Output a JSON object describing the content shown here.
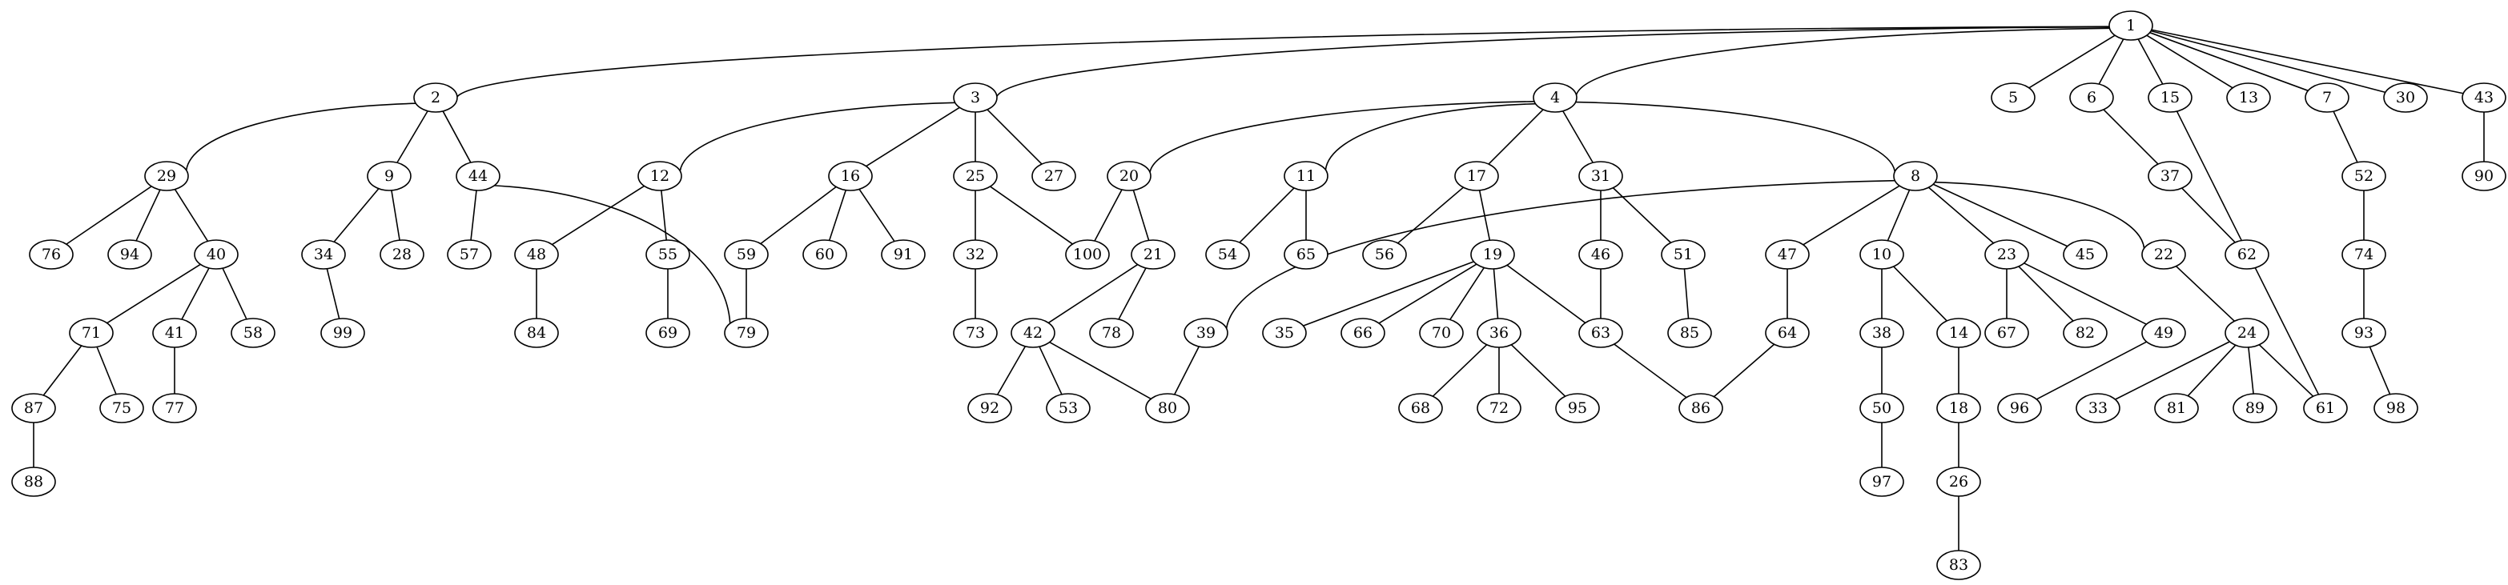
{
  "diagram": {
    "type": "tree-graph",
    "nodes": [
      "1",
      "2",
      "3",
      "4",
      "5",
      "6",
      "15",
      "13",
      "7",
      "30",
      "43",
      "29",
      "9",
      "44",
      "12",
      "16",
      "25",
      "27",
      "20",
      "11",
      "17",
      "31",
      "8",
      "37",
      "52",
      "90",
      "76",
      "94",
      "40",
      "34",
      "28",
      "57",
      "48",
      "55",
      "59",
      "60",
      "91",
      "32",
      "100",
      "21",
      "54",
      "65",
      "56",
      "19",
      "46",
      "51",
      "47",
      "10",
      "23",
      "45",
      "22",
      "62",
      "74",
      "71",
      "41",
      "58",
      "99",
      "84",
      "69",
      "79",
      "73",
      "42",
      "78",
      "39",
      "35",
      "66",
      "70",
      "36",
      "86",
      "63",
      "85",
      "64",
      "38",
      "14",
      "67",
      "82",
      "49",
      "24",
      "93",
      "87",
      "75",
      "77",
      "92",
      "53",
      "80",
      "68",
      "72",
      "95",
      "50",
      "18",
      "96",
      "33",
      "81",
      "89",
      "61",
      "98",
      "88",
      "97",
      "26",
      "83"
    ],
    "edges": [
      [
        "1",
        "2"
      ],
      [
        "1",
        "3"
      ],
      [
        "1",
        "4"
      ],
      [
        "1",
        "5"
      ],
      [
        "1",
        "6"
      ],
      [
        "1",
        "15"
      ],
      [
        "1",
        "13"
      ],
      [
        "1",
        "7"
      ],
      [
        "1",
        "30"
      ],
      [
        "1",
        "43"
      ],
      [
        "2",
        "29"
      ],
      [
        "2",
        "9"
      ],
      [
        "2",
        "44"
      ],
      [
        "3",
        "12"
      ],
      [
        "3",
        "16"
      ],
      [
        "3",
        "25"
      ],
      [
        "3",
        "27"
      ],
      [
        "4",
        "20"
      ],
      [
        "4",
        "11"
      ],
      [
        "4",
        "17"
      ],
      [
        "4",
        "31"
      ],
      [
        "4",
        "8"
      ],
      [
        "6",
        "37"
      ],
      [
        "15",
        "61"
      ],
      [
        "7",
        "52"
      ],
      [
        "43",
        "90"
      ],
      [
        "29",
        "76"
      ],
      [
        "29",
        "94"
      ],
      [
        "29",
        "40"
      ],
      [
        "9",
        "34"
      ],
      [
        "9",
        "28"
      ],
      [
        "44",
        "57"
      ],
      [
        "44",
        "79"
      ],
      [
        "12",
        "48"
      ],
      [
        "12",
        "55"
      ],
      [
        "16",
        "59"
      ],
      [
        "16",
        "60"
      ],
      [
        "16",
        "91"
      ],
      [
        "25",
        "32"
      ],
      [
        "25",
        "100"
      ],
      [
        "20",
        "100"
      ],
      [
        "20",
        "21"
      ],
      [
        "11",
        "54"
      ],
      [
        "11",
        "65"
      ],
      [
        "17",
        "56"
      ],
      [
        "17",
        "19"
      ],
      [
        "31",
        "46"
      ],
      [
        "31",
        "51"
      ],
      [
        "8",
        "39"
      ],
      [
        "8",
        "47"
      ],
      [
        "8",
        "10"
      ],
      [
        "8",
        "23"
      ],
      [
        "8",
        "45"
      ],
      [
        "8",
        "22"
      ],
      [
        "37",
        "62"
      ],
      [
        "52",
        "74"
      ],
      [
        "40",
        "71"
      ],
      [
        "40",
        "41"
      ],
      [
        "40",
        "58"
      ],
      [
        "34",
        "99"
      ],
      [
        "48",
        "84"
      ],
      [
        "55",
        "69"
      ],
      [
        "59",
        "79"
      ],
      [
        "32",
        "73"
      ],
      [
        "21",
        "42"
      ],
      [
        "21",
        "78"
      ],
      [
        "19",
        "35"
      ],
      [
        "19",
        "66"
      ],
      [
        "19",
        "70"
      ],
      [
        "19",
        "36"
      ],
      [
        "19",
        "86"
      ],
      [
        "46",
        "63"
      ],
      [
        "51",
        "85"
      ],
      [
        "47",
        "64"
      ],
      [
        "10",
        "38"
      ],
      [
        "10",
        "14"
      ],
      [
        "23",
        "67"
      ],
      [
        "23",
        "82"
      ],
      [
        "23",
        "49"
      ],
      [
        "22",
        "24"
      ],
      [
        "74",
        "93"
      ],
      [
        "71",
        "87"
      ],
      [
        "71",
        "75"
      ],
      [
        "41",
        "77"
      ],
      [
        "42",
        "92"
      ],
      [
        "42",
        "53"
      ],
      [
        "42",
        "80"
      ],
      [
        "39",
        "80"
      ],
      [
        "36",
        "68"
      ],
      [
        "36",
        "72"
      ],
      [
        "36",
        "95"
      ],
      [
        "64",
        "86"
      ],
      [
        "38",
        "50"
      ],
      [
        "14",
        "18"
      ],
      [
        "49",
        "96"
      ],
      [
        "24",
        "33"
      ],
      [
        "24",
        "81"
      ],
      [
        "24",
        "89"
      ],
      [
        "24",
        "61"
      ],
      [
        "93",
        "98"
      ],
      [
        "87",
        "88"
      ],
      [
        "50",
        "97"
      ],
      [
        "18",
        "26"
      ],
      [
        "26",
        "83"
      ]
    ]
  }
}
